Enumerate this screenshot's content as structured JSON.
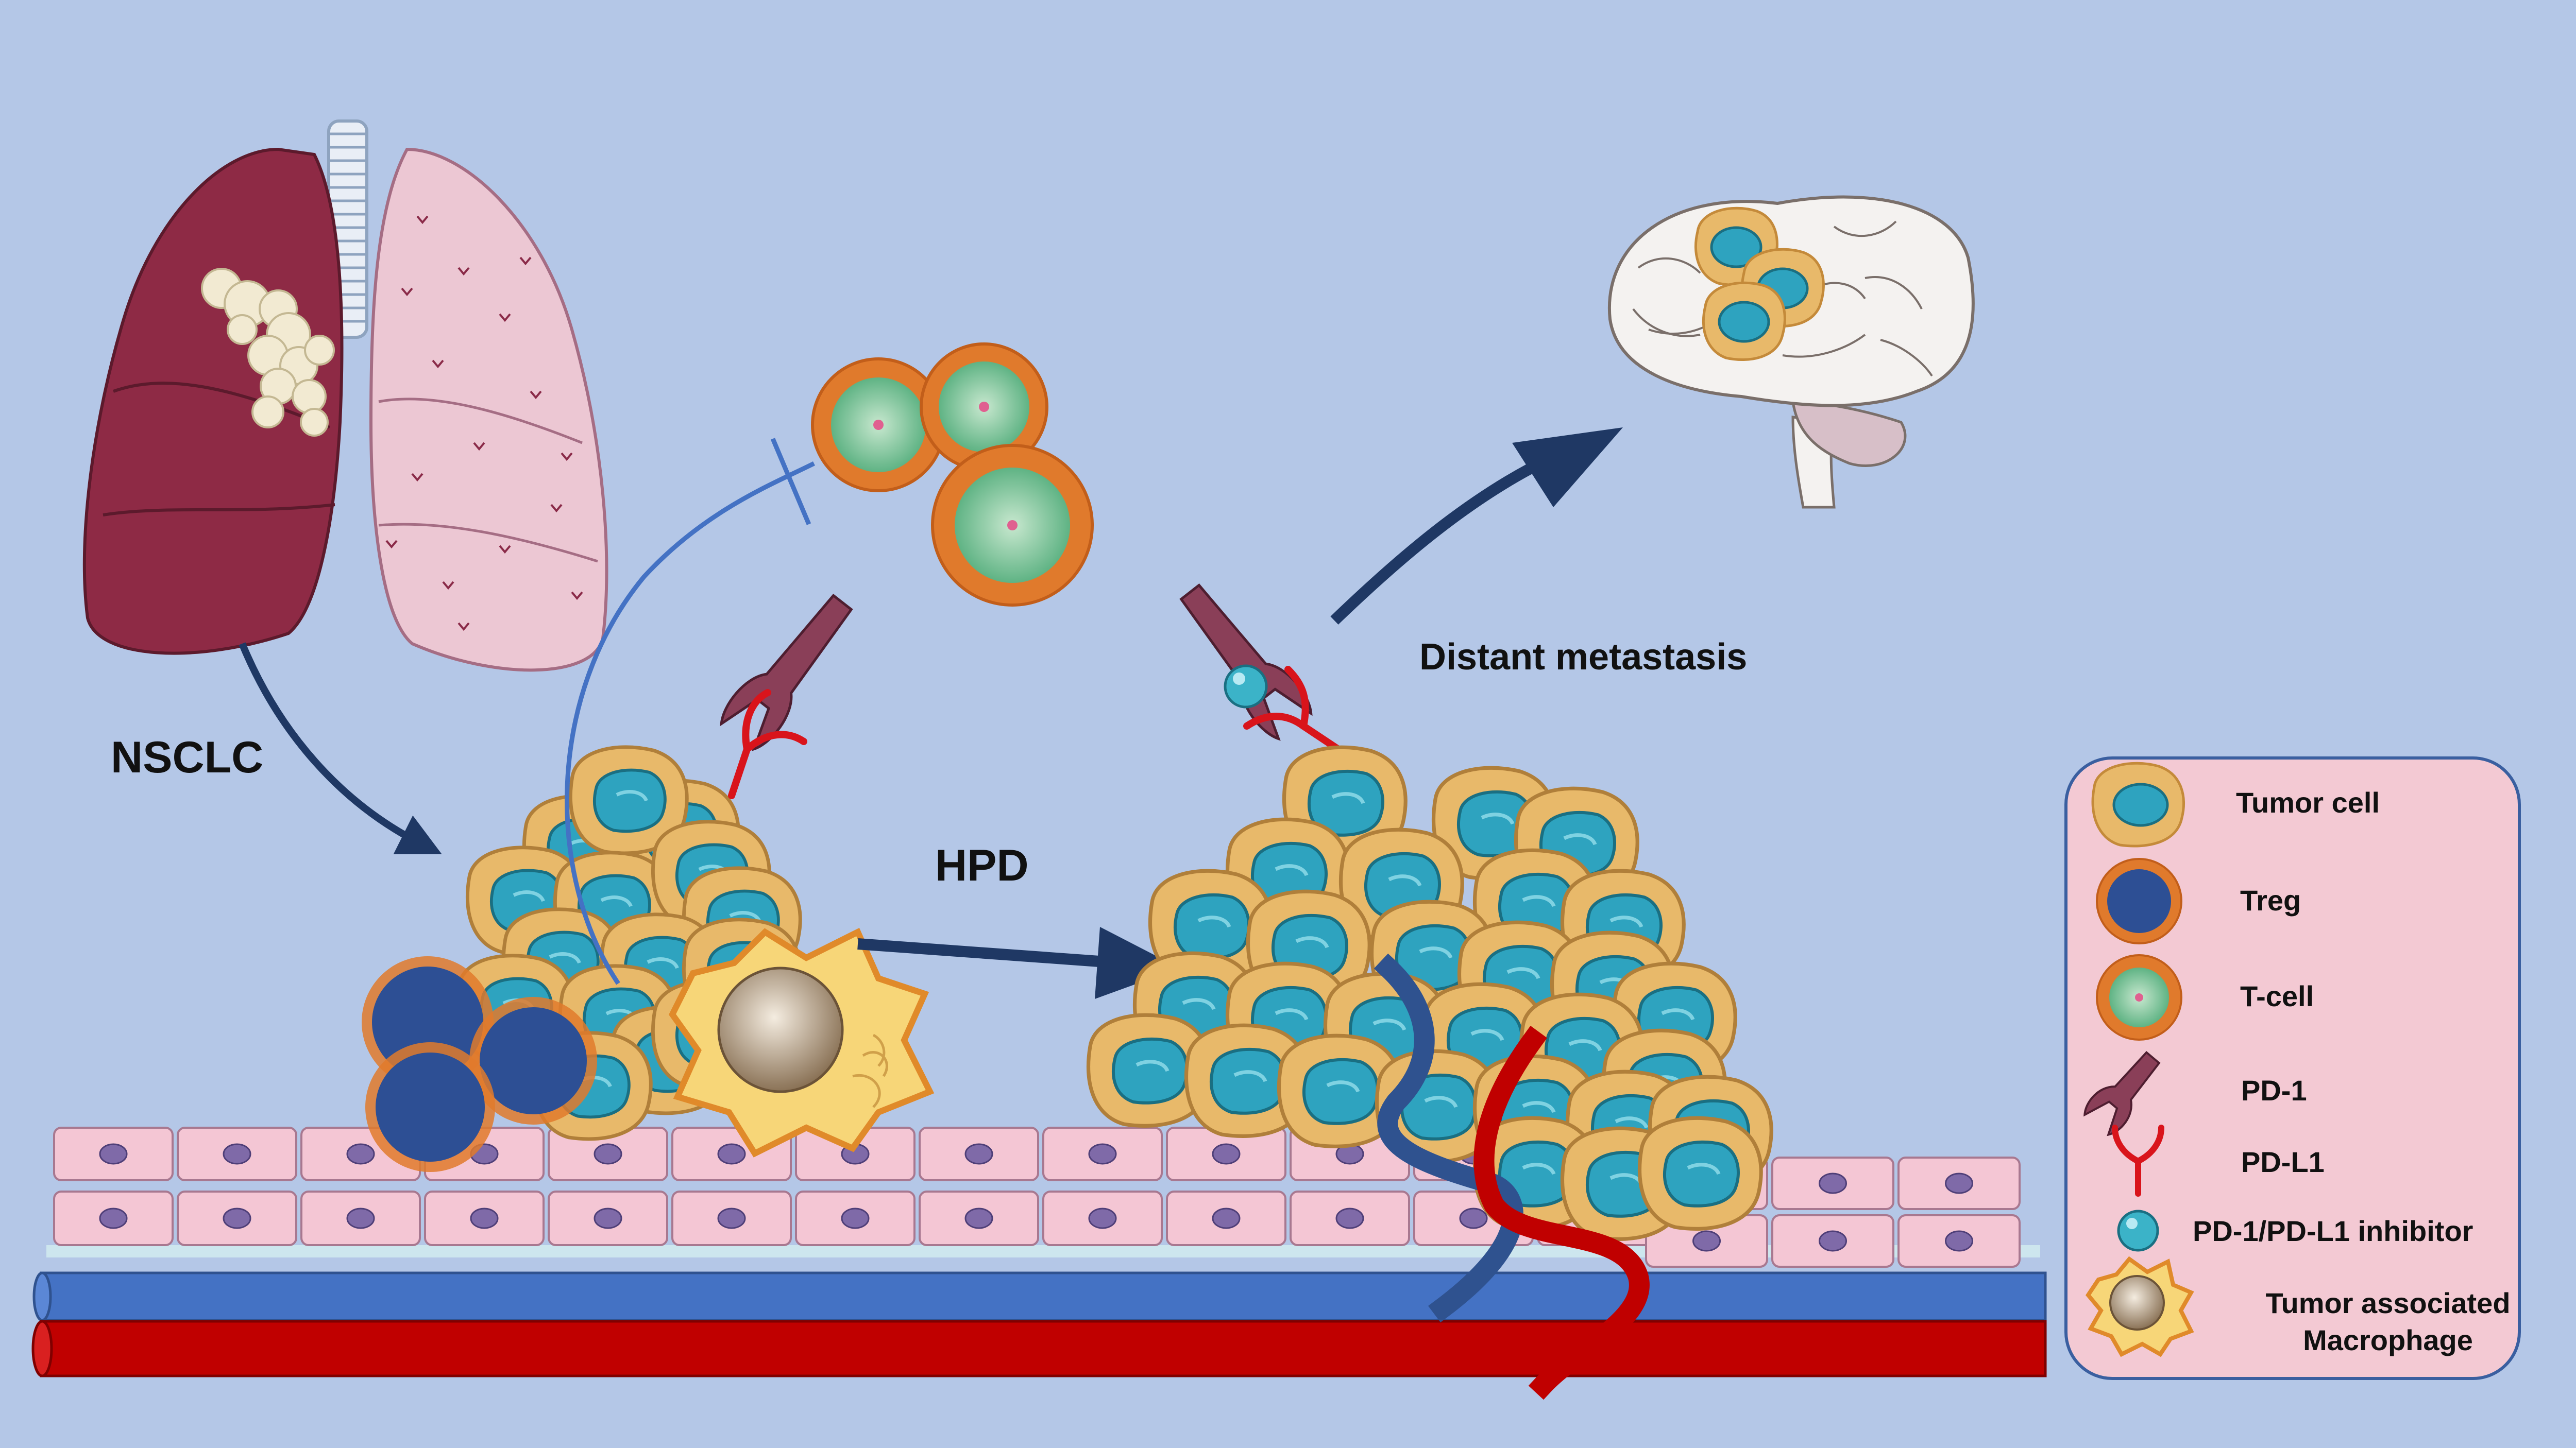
{
  "labels": {
    "nsclc": "NSCLC",
    "hpd": "HPD",
    "metastasis": "Distant metastasis"
  },
  "legend": {
    "items": [
      {
        "icon": "tumor-cell-icon",
        "text": "Tumor cell"
      },
      {
        "icon": "treg-icon",
        "text": "Treg"
      },
      {
        "icon": "t-cell-icon",
        "text": "T-cell"
      },
      {
        "icon": "pd-1-icon",
        "text": "PD-1"
      },
      {
        "icon": "pd-l1-icon",
        "text": "PD-L1"
      },
      {
        "icon": "inhibitor-icon",
        "text": "PD-1/PD-L1 inhibitor"
      },
      {
        "icon": "macrophage-icon",
        "text": "Tumor associated",
        "text2": "Macrophage"
      }
    ]
  },
  "colors": {
    "background": "#b4c7e7",
    "tumor_body": "#e8b96a",
    "tumor_nucleus": "#2ea3bf",
    "treg_nucleus": "#2d4f94",
    "treg_halo": "#e07a2c",
    "t_cell_body": "#8fcfa8",
    "pd1": "#8a3f58",
    "pdl1": "#d9141b",
    "inhibitor": "#3bb3c8",
    "arrow": "#1f3864",
    "vessel_blue": "#4472c4",
    "vessel_red": "#c00000",
    "epithelium": "#f4c6d4",
    "legend_bg": "#f3c9d3"
  }
}
